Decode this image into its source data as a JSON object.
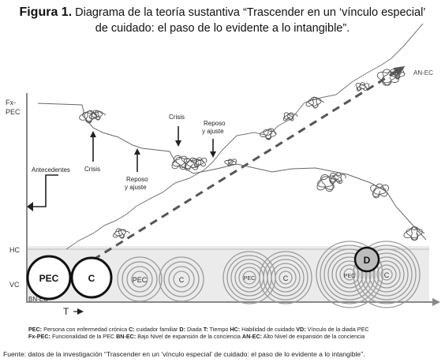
{
  "title": {
    "label": "Figura 1.",
    "line1": "Diagrama de la teoría sustantiva “Trascender en un ‘vínculo especial’",
    "line2": "de cuidado: el paso de lo evidente a lo intangible”."
  },
  "axes": {
    "y_top_line1": "Fx-",
    "y_top_line2": "PEC",
    "hc": "HC",
    "vc": "VC",
    "bn_ec": "BN-EC",
    "an_ec": "AN-EC",
    "time": "T"
  },
  "annotations": {
    "antecedentes": "Antecedentes",
    "crisis1": "Crisis",
    "reposo1_line1": "Reposo",
    "reposo1_line2": "y ajuste",
    "crisis2": "Crisis",
    "reposo2_line1": "Reposo",
    "reposo2_line2": "y ajuste"
  },
  "circles": {
    "pec": "PEC",
    "c": "C",
    "d": "D"
  },
  "legend": {
    "row1": [
      {
        "key": "PEC:",
        "text": "Persona con enfermedad crónica"
      },
      {
        "key": "C:",
        "text": "cuidador familiar"
      },
      {
        "key": "D:",
        "text": "Diada"
      },
      {
        "key": "T:",
        "text": "Tiempo"
      },
      {
        "key": "HC:",
        "text": "Habilidad de cuidado"
      },
      {
        "key": "VD:",
        "text": "Vínculo de la diada PEC"
      }
    ],
    "row2": [
      {
        "key": "Fx-PEC:",
        "text": "Funcionalidad de la PEC"
      },
      {
        "key": "BN-EC:",
        "text": "Bajo Nivel de expansión de la conciencia"
      },
      {
        "key": "AN-EC:",
        "text": "Alto Nivel de expansión de la conciencia"
      }
    ]
  },
  "source": "Fuente:  datos de la investigación “Trascender en un ‘vínculo especial’ de cuidado: el paso de lo evidente a lo intangible”."
}
